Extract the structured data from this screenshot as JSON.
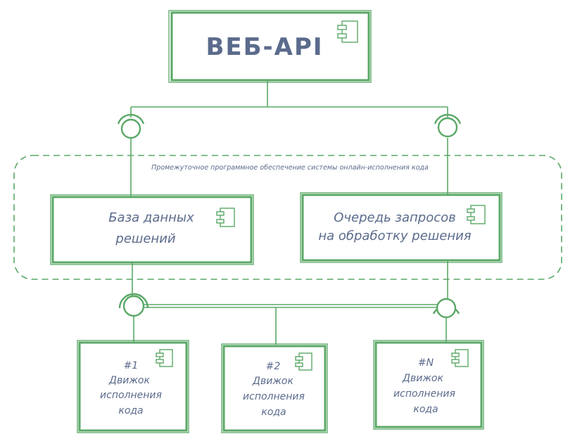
{
  "diagram": {
    "web_api": "ВЕБ-API",
    "middleware_group": "Промежуточное программное обеспечение системы онлайн-исполнения кода",
    "solutions_db": {
      "line1": "База данных",
      "line2": "решений"
    },
    "request_queue": {
      "line1": "Очередь запросов",
      "line2": "на обработку решения"
    },
    "engines": [
      {
        "number": "#1",
        "line1": "Движок",
        "line2": "исполнения",
        "line3": "кода"
      },
      {
        "number": "#2",
        "line1": "Движок",
        "line2": "исполнения",
        "line3": "кода"
      },
      {
        "number": "#N",
        "line1": "Движок",
        "line2": "исполнения",
        "line3": "кода"
      }
    ]
  },
  "colors": {
    "stroke": "#5aa866",
    "text": "#5b6b8c",
    "background": "#ffffff"
  }
}
